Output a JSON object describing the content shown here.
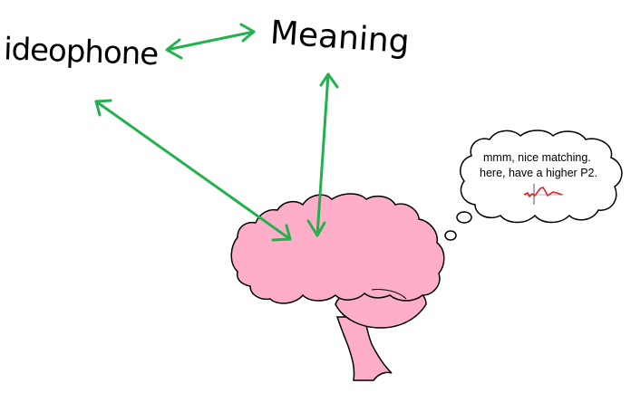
{
  "nodes": {
    "ideophone": "ideophone",
    "meaning": "Meaning"
  },
  "thought": {
    "line1": "mmm, nice matching.",
    "line2": "here, have a higher P2."
  },
  "colors": {
    "arrow": "#22b14c",
    "brain_fill": "#ffaec9",
    "outline": "#000000",
    "erp_trace": "#ed1c24"
  },
  "icons": {
    "brain": "brain-icon",
    "waveform": "erp-waveform-icon"
  }
}
